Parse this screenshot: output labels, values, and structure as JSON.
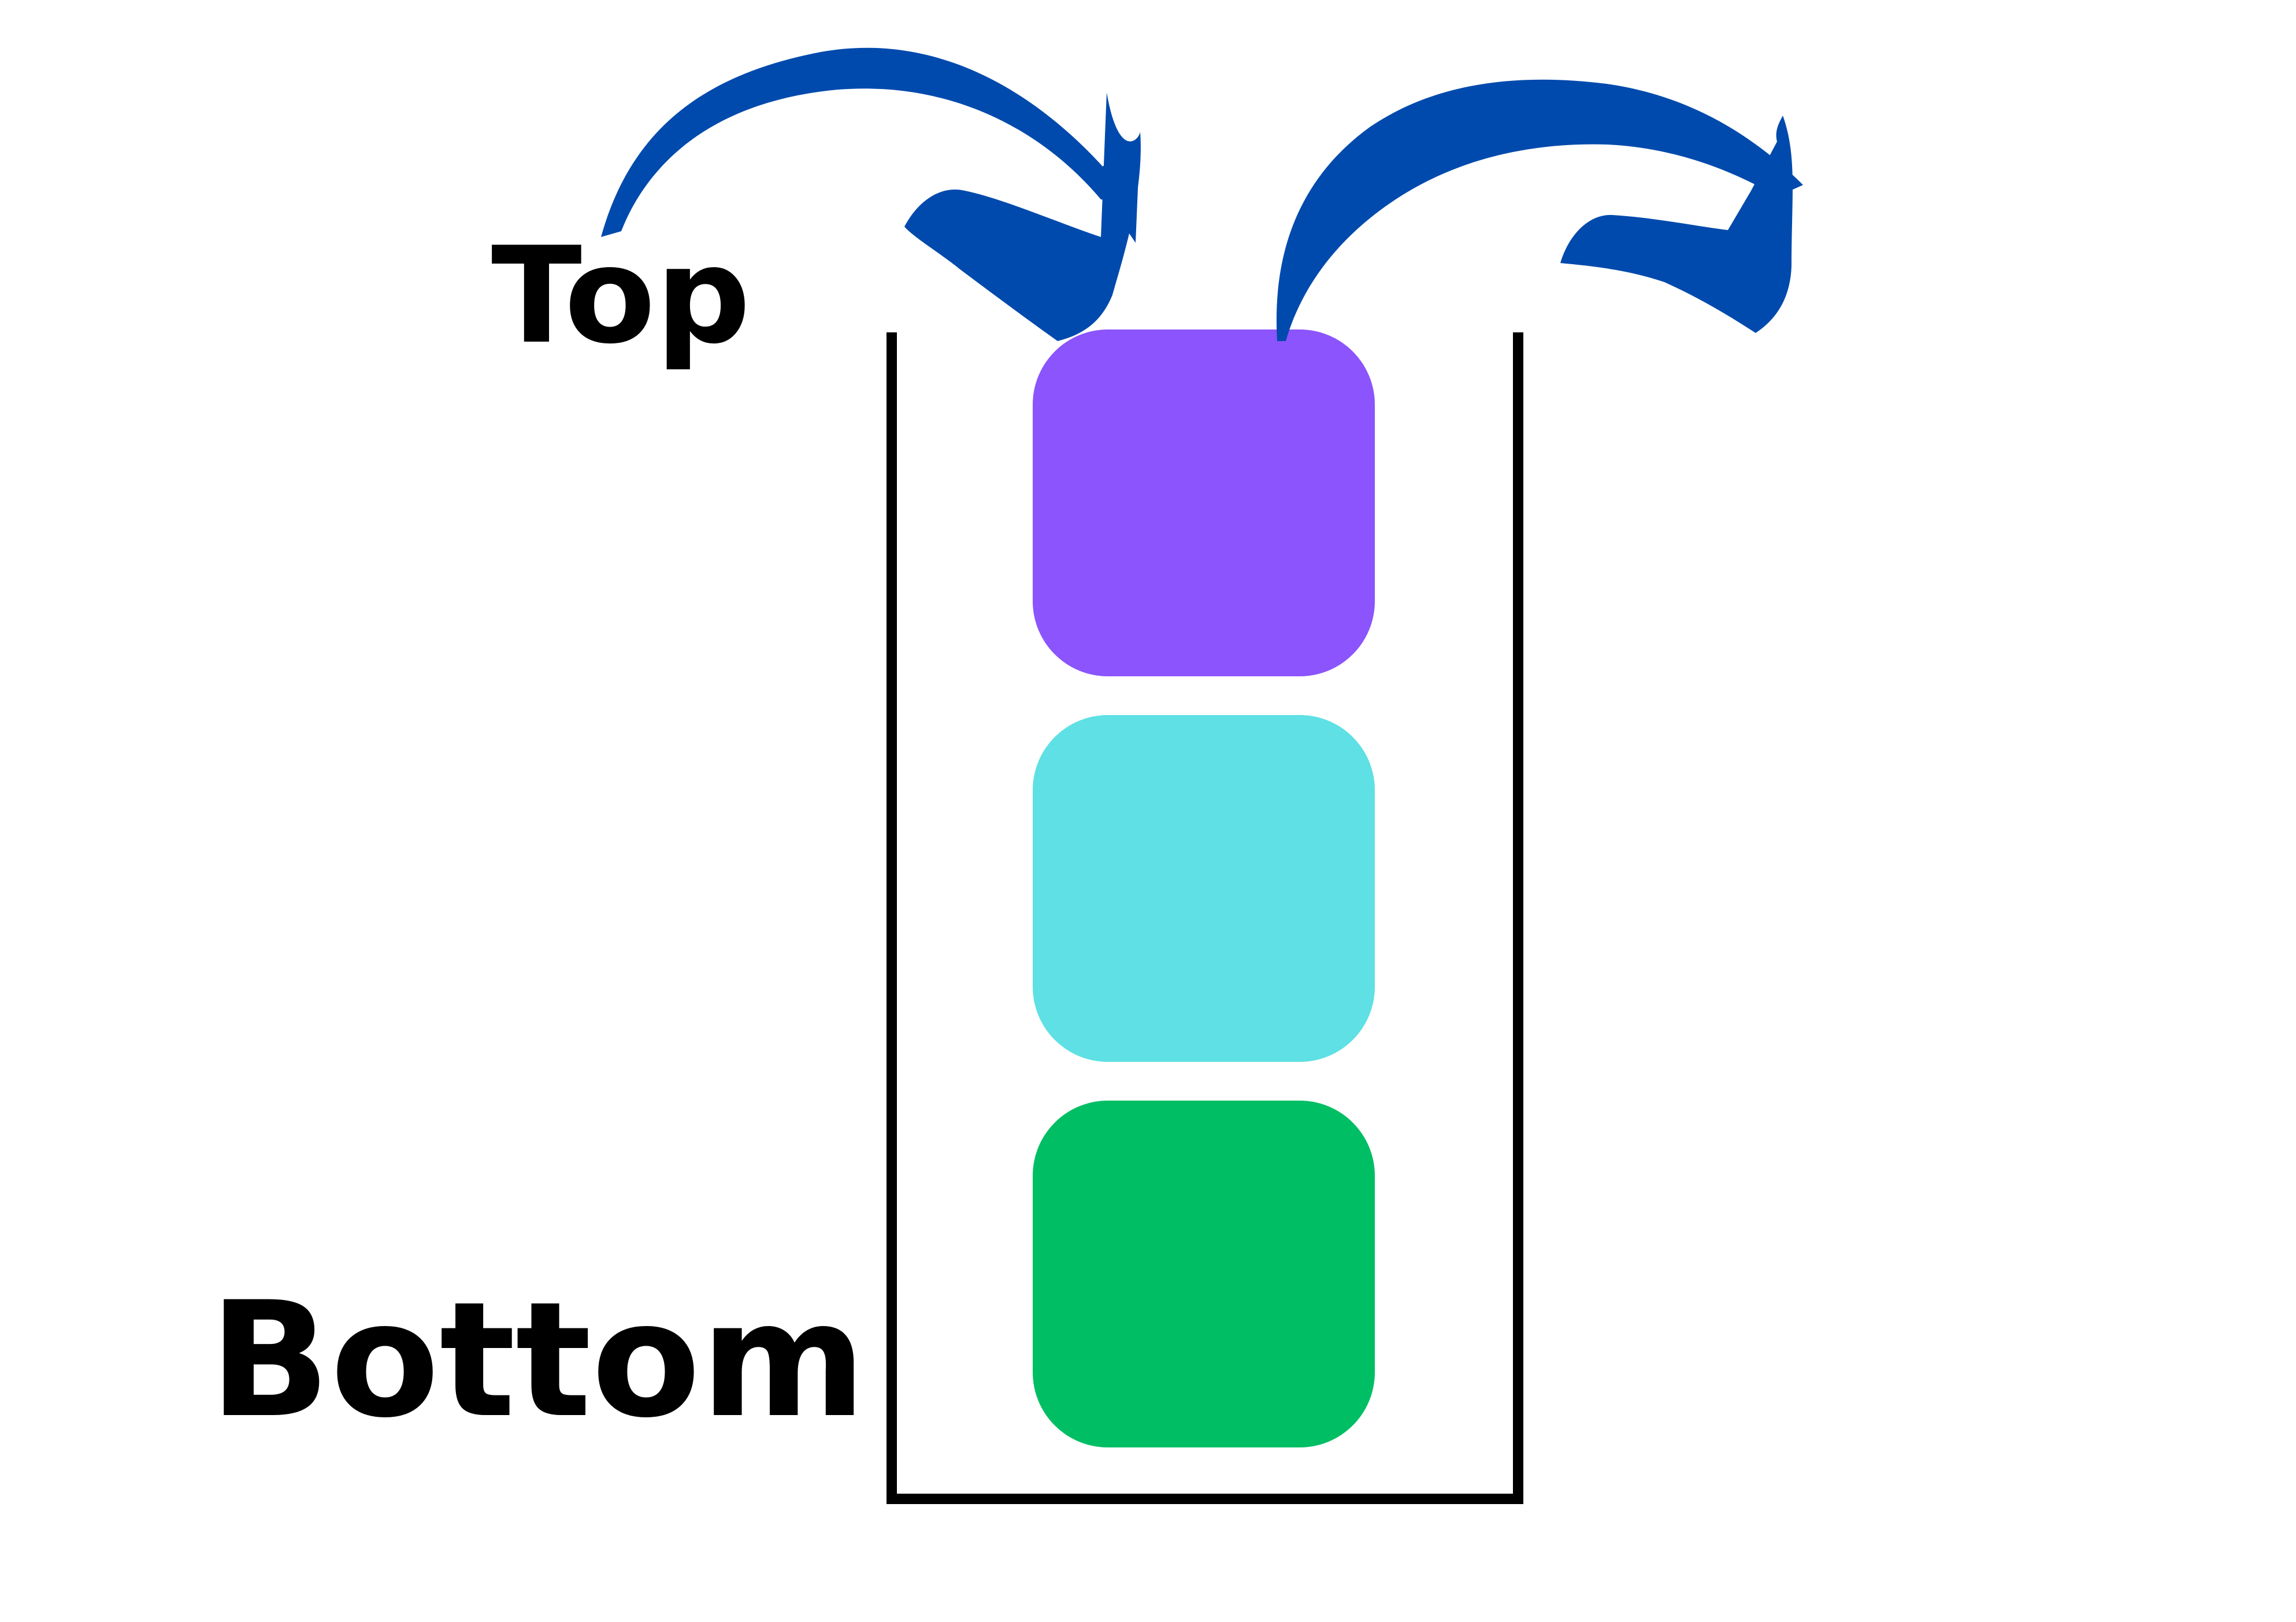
{
  "labels": {
    "top": "Top",
    "bottom": "Bottom"
  },
  "stack": {
    "blocks": [
      {
        "position": "top",
        "color": "#8B54FC"
      },
      {
        "position": "middle",
        "color": "#5EE0E4"
      },
      {
        "position": "bottom",
        "color": "#00BE64"
      }
    ],
    "container_color": "#000000"
  },
  "arrows": [
    {
      "name": "push-arrow",
      "icon": "curved-arrow-down-icon",
      "color": "#004AAD"
    },
    {
      "name": "pop-arrow",
      "icon": "curved-arrow-up-out-icon",
      "color": "#004AAD"
    }
  ]
}
